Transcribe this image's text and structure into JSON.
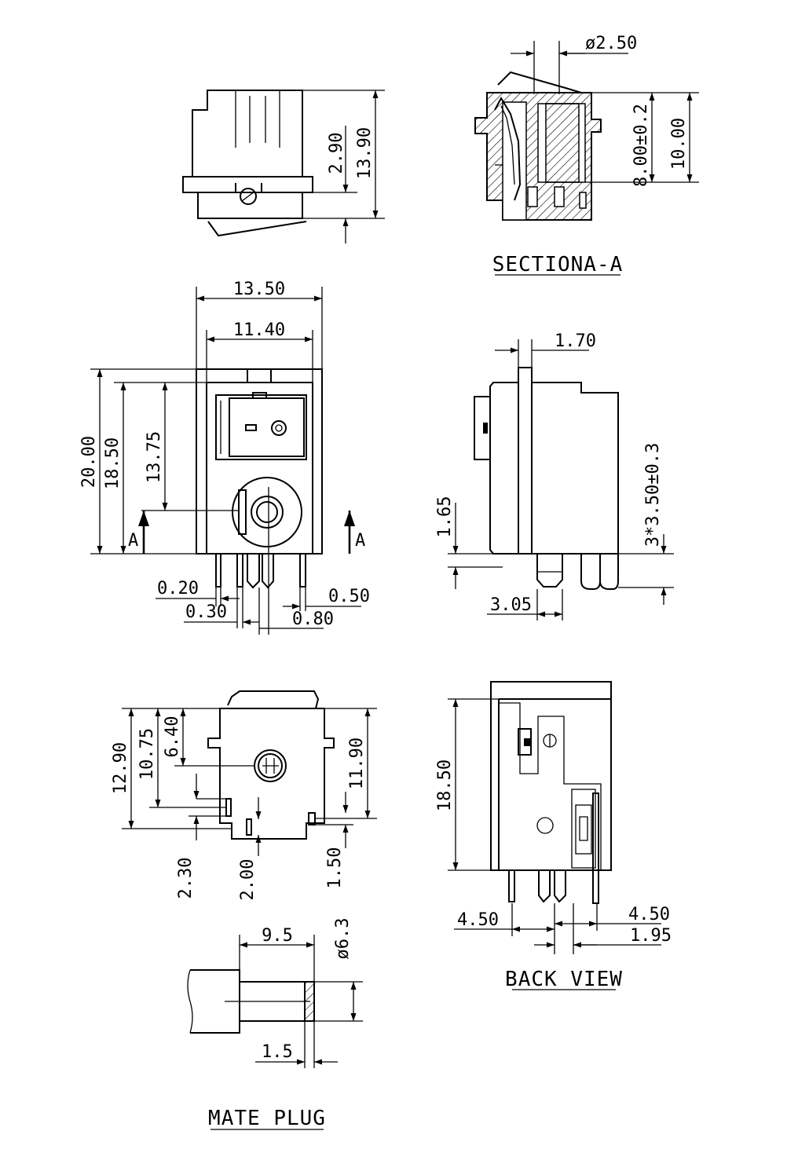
{
  "titles": {
    "section": "SECTIONA-A",
    "back_view": "BACK VIEW",
    "mate_plug": "MATE PLUG"
  },
  "markers": {
    "section_left": "A",
    "section_right": "A"
  },
  "dims": {
    "top_side_2_90": "2.90",
    "top_side_13_90": "13.90",
    "sec_dia_2_50": "ø2.50",
    "sec_8_00": "8.00±0.2",
    "sec_10_00": "10.00",
    "front_13_50": "13.50",
    "front_11_40": "11.40",
    "front_20_00": "20.00",
    "front_18_50": "18.50",
    "front_13_75": "13.75",
    "front_0_20": "0.20",
    "front_0_30": "0.30",
    "front_0_50": "0.50",
    "front_0_80": "0.80",
    "side_1_70": "1.70",
    "side_1_65": "1.65",
    "side_3x3_50": "3*3.50±0.3",
    "side_3_05": "3.05",
    "bottom_12_90": "12.90",
    "bottom_10_75": "10.75",
    "bottom_6_40": "6.40",
    "bottom_11_90": "11.90",
    "bottom_2_30": "2.30",
    "bottom_2_00": "2.00",
    "bottom_1_50": "1.50",
    "back_18_50": "18.50",
    "back_4_50_left": "4.50",
    "back_4_50_right": "4.50",
    "back_1_95": "1.95",
    "plug_9_5": "9.5",
    "plug_dia_6_3": "ø6.3",
    "plug_1_5": "1.5"
  }
}
